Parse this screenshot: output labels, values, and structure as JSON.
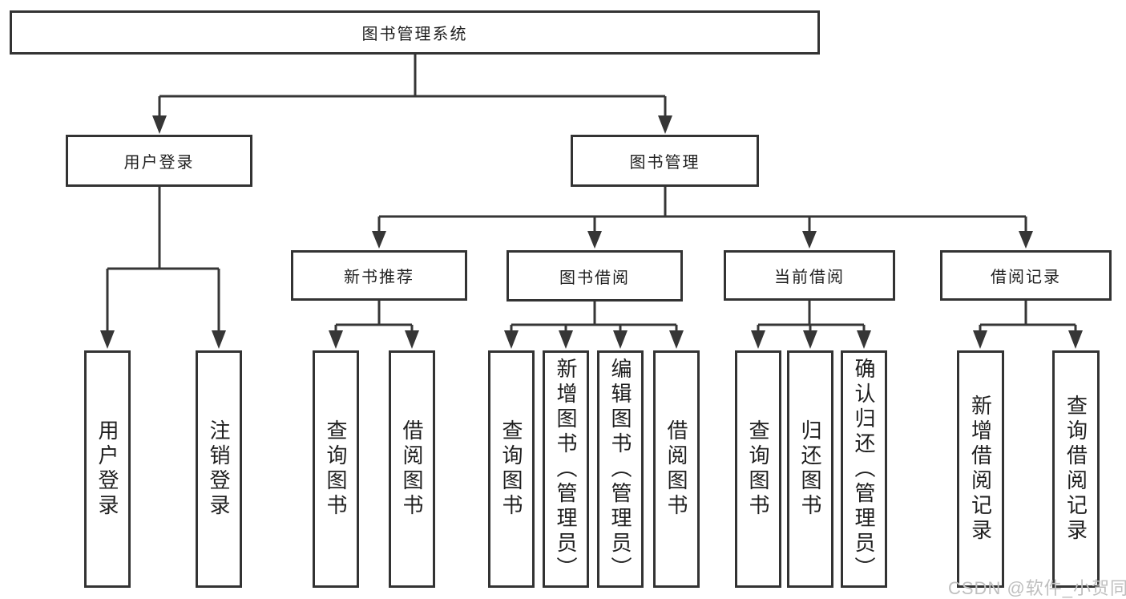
{
  "colors": {
    "line": "#363636",
    "box_border": "#333333",
    "text": "#1f1f1f",
    "background": "#ffffff",
    "watermark": "#bfbfbf"
  },
  "watermark": {
    "text": "CSDN @软件_小贺同学"
  },
  "tree": {
    "label": "图书管理系统",
    "children": [
      {
        "label": "用户登录",
        "children": [
          {
            "label": "用户登录"
          },
          {
            "label": "注销登录"
          }
        ]
      },
      {
        "label": "图书管理",
        "children": [
          {
            "label": "新书推荐",
            "children": [
              {
                "label": "查询图书"
              },
              {
                "label": "借阅图书"
              }
            ]
          },
          {
            "label": "图书借阅",
            "children": [
              {
                "label": "查询图书"
              },
              {
                "label": "新增图书（管理员）"
              },
              {
                "label": "编辑图书（管理员）"
              },
              {
                "label": "借阅图书"
              }
            ]
          },
          {
            "label": "当前借阅",
            "children": [
              {
                "label": "查询图书"
              },
              {
                "label": "归还图书"
              },
              {
                "label": "确认归还（管理员）"
              }
            ]
          },
          {
            "label": "借阅记录",
            "children": [
              {
                "label": "新增借阅记录"
              },
              {
                "label": "查询借阅记录"
              }
            ]
          }
        ]
      }
    ]
  }
}
